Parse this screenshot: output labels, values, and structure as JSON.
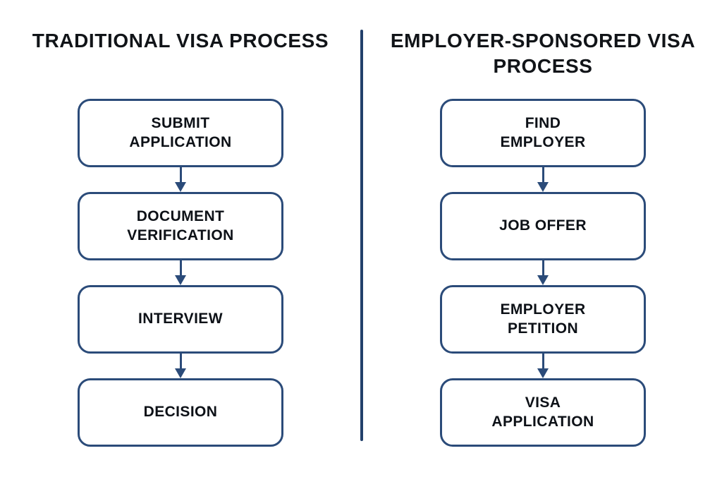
{
  "colors": {
    "node_border": "#2b4b79",
    "divider": "#23406b",
    "heading_text": "#111418",
    "node_text": "#0d1117",
    "background": "#ffffff"
  },
  "columns": [
    {
      "id": "traditional",
      "heading": "TRADITIONAL VISA PROCESS",
      "steps": [
        {
          "label": "SUBMIT\nAPPLICATION"
        },
        {
          "label": "DOCUMENT\nVERIFICATION"
        },
        {
          "label": "INTERVIEW"
        },
        {
          "label": "DECISION"
        }
      ]
    },
    {
      "id": "employer-sponsored",
      "heading": "EMPLOYER-SPONSORED VISA PROCESS",
      "steps": [
        {
          "label": "FIND\nEMPLOYER"
        },
        {
          "label": "JOB OFFER"
        },
        {
          "label": "EMPLOYER\nPETITION"
        },
        {
          "label": "VISA\nAPPLICATION"
        }
      ]
    }
  ]
}
